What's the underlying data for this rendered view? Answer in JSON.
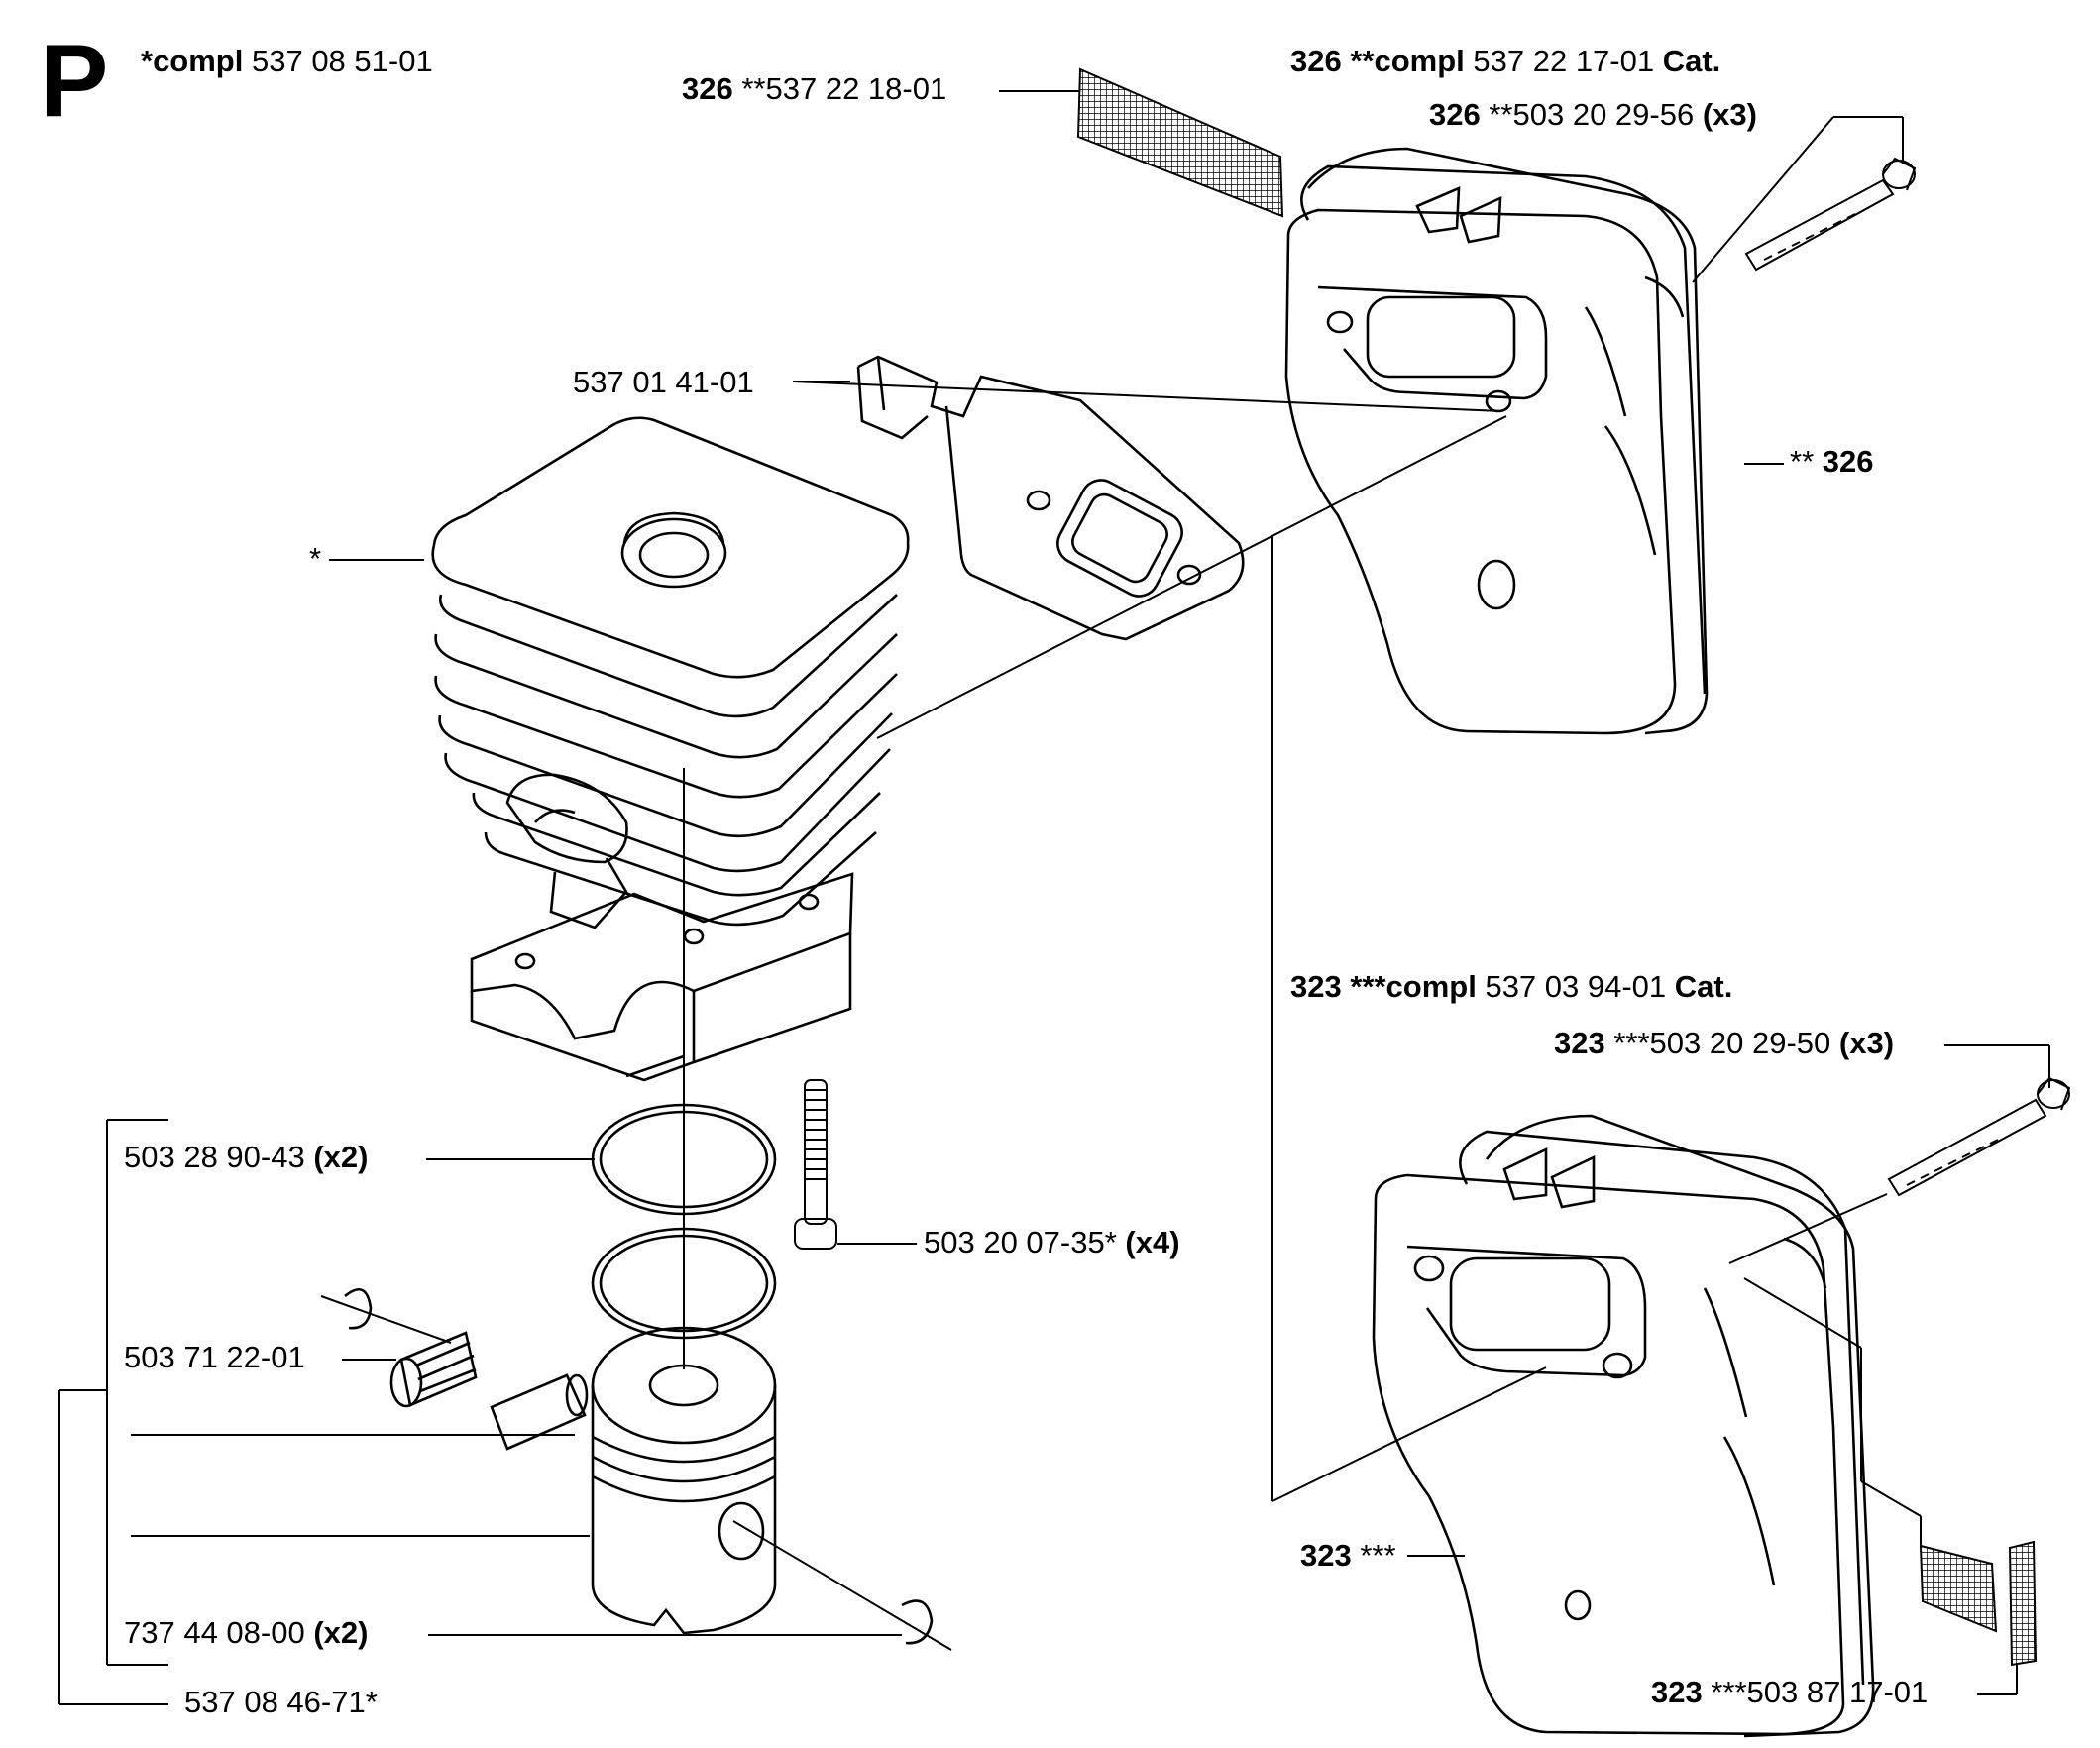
{
  "section_letter": "P",
  "labels": {
    "cylinder_compl": {
      "bold": "*compl",
      "text": "537 08 51-01"
    },
    "cylinder_ref": {
      "text": "*"
    },
    "exhaust_bracket": {
      "text": "537 01 41-01"
    },
    "screen_326": {
      "bold": "326",
      "text": "**537 22 18-01"
    },
    "muffler_326_compl": {
      "bold": "326 **compl",
      "text": "537 22 17-01",
      "suffix": "Cat."
    },
    "bolt_326": {
      "bold": "326",
      "text": "**503 20 29-56",
      "suffix": "(x3)"
    },
    "muffler_326": {
      "text": "**",
      "bold": "326"
    },
    "muffler_323_compl": {
      "bold": "323 ***compl",
      "text": "537 03 94-01",
      "suffix": "Cat."
    },
    "bolt_323": {
      "bold": "323",
      "text": "***503 20 29-50",
      "suffix": "(x3)"
    },
    "muffler_323": {
      "bold": "323",
      "text": "***"
    },
    "screen_323": {
      "bold": "323",
      "text": "***503 87 17-01"
    },
    "cylinder_screw": {
      "text": "503 20 07-35*",
      "suffix": "(x4)"
    },
    "piston_ring": {
      "text": "503 28 90-43",
      "suffix": "(x2)"
    },
    "needle_bearing": {
      "text": "503 71 22-01"
    },
    "circlip": {
      "text": "737 44 08-00",
      "suffix": "(x2)"
    },
    "piston_kit": {
      "text": "537 08 46-71*"
    }
  },
  "colors": {
    "line": "#000000",
    "background": "#ffffff"
  }
}
